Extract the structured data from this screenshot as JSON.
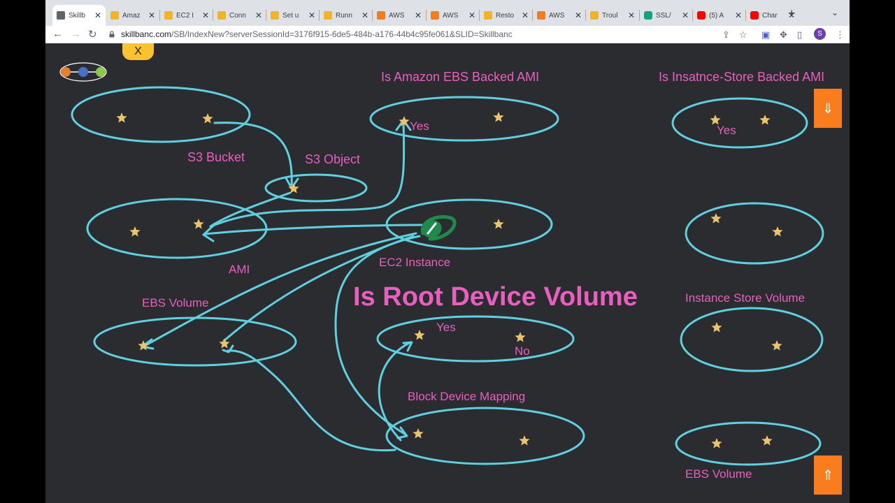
{
  "browser": {
    "tabs": [
      {
        "title": "Skillb",
        "icon": "skillbanc-icon",
        "color": "#5f6368",
        "active": true
      },
      {
        "title": "Amaz",
        "icon": "aws-docs-icon",
        "color": "#f0b429"
      },
      {
        "title": "EC2 I",
        "icon": "aws-docs-icon",
        "color": "#f0b429"
      },
      {
        "title": "Conn",
        "icon": "aws-docs-icon",
        "color": "#f0b429"
      },
      {
        "title": "Set u",
        "icon": "aws-docs-icon",
        "color": "#f0b429"
      },
      {
        "title": "Runn",
        "icon": "aws-docs-icon",
        "color": "#f0b429"
      },
      {
        "title": "AWS",
        "icon": "aws-cube-icon",
        "color": "#ef7d22"
      },
      {
        "title": "AWS",
        "icon": "aws-cube-icon",
        "color": "#ef7d22"
      },
      {
        "title": "Resto",
        "icon": "aws-docs-icon",
        "color": "#f0b429"
      },
      {
        "title": "AWS",
        "icon": "aws-cube-icon",
        "color": "#ef7d22"
      },
      {
        "title": "Troul",
        "icon": "aws-docs-icon",
        "color": "#f0b429"
      },
      {
        "title": "SSL/",
        "icon": "openai-icon",
        "color": "#10a37f"
      },
      {
        "title": "(5) A",
        "icon": "youtube-icon",
        "color": "#ff0000"
      },
      {
        "title": "Char",
        "icon": "youtube-icon",
        "color": "#ff0000"
      }
    ],
    "url": {
      "host": "skillbanc.com",
      "path": "/SB/IndexNew?serverSessionId=3176f915-6de5-484b-a176-44b4c95fe061&SLID=Skillbanc"
    },
    "profile_initial": "S"
  },
  "board": {
    "close_label": "X",
    "labels": {
      "ebs_backed_ami": "Is Amazon EBS Backed AMI",
      "instance_store_backed_ami": "Is Insatnce-Store Backed AMI",
      "s3_bucket": "S3 Bucket",
      "s3_object": "S3 Object",
      "ami": "AMI",
      "ec2_instance": "EC2 Instance",
      "ebs_volume": "EBS Volume",
      "instance_store_volume": "Instance Store Volume",
      "root_device_volume": "Is Root Device Volume",
      "block_device_mapping": "Block Device Mapping",
      "ebs_volume_right": "EBS  Volume",
      "yes_ebs_backed": "Yes",
      "yes_instance_store_backed": "Yes",
      "yes_root": "Yes",
      "no_root": "No"
    },
    "colors": {
      "ellipse": "#5fd0e0",
      "label": "#e85fbf",
      "star": "#e9c46a",
      "pen": "#1f8a4c",
      "button": "#f97c1d"
    }
  }
}
